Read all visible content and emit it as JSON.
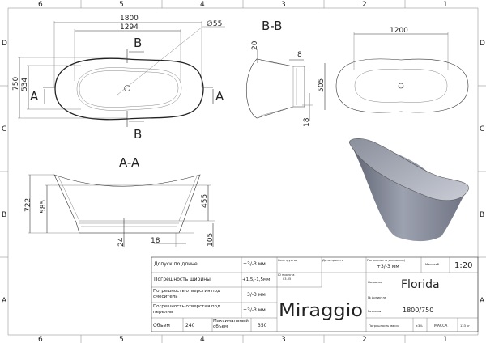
{
  "frame": {
    "columns": [
      "6",
      "5",
      "4",
      "3",
      "2",
      "1"
    ],
    "rows": [
      "D",
      "C",
      "B",
      "A"
    ]
  },
  "top_view": {
    "length": "1800",
    "inner_length": "1294",
    "drain": "∅55",
    "width": "750",
    "inner_width": "534",
    "section_a": "A",
    "section_b": "B"
  },
  "section_bb": {
    "title": "B-B",
    "rim": "20",
    "wall": "8",
    "bottom": "18"
  },
  "top_view_right": {
    "length": "1200",
    "width": "505"
  },
  "section_aa": {
    "title": "A-A",
    "height": "722",
    "inner_height": "585",
    "depth": "455",
    "bottom": "24",
    "wall": "18",
    "base": "105"
  },
  "title_block": {
    "rows": [
      {
        "label": "Допуск по длине",
        "value": "+3/-3 мм"
      },
      {
        "label": "Погрешность ширины",
        "value": "+1,5/-1,5мм"
      },
      {
        "label": "Погрешность отверстия под смеситель",
        "value": "+3/-3 мм"
      },
      {
        "label": "Погрешность отверстия под перелив",
        "value": "+3/-3 мм"
      }
    ],
    "volume_label": "Объем",
    "volume": "240",
    "max_volume_label": "Максимальный объем",
    "max_volume": "350",
    "designer_label": "Конструктор",
    "date_label": "Дата проекта",
    "project_id_label": "ID проекта",
    "project_id": "03.05",
    "length_tol_label": "Погрешность длины(мм)",
    "length_tol": "+3/-3 мм",
    "scale_label": "Масштаб",
    "scale": "1:20",
    "name_label": "Название",
    "name": "Florida",
    "article_label": "№ Артикула",
    "size_label": "Размеры",
    "size": "1800/750",
    "mass_tol_label": "Погрешность массы",
    "mass_tol": "±3%",
    "mass_label": "МАССА",
    "mass": "133 кг",
    "brand": "Miraggio"
  }
}
